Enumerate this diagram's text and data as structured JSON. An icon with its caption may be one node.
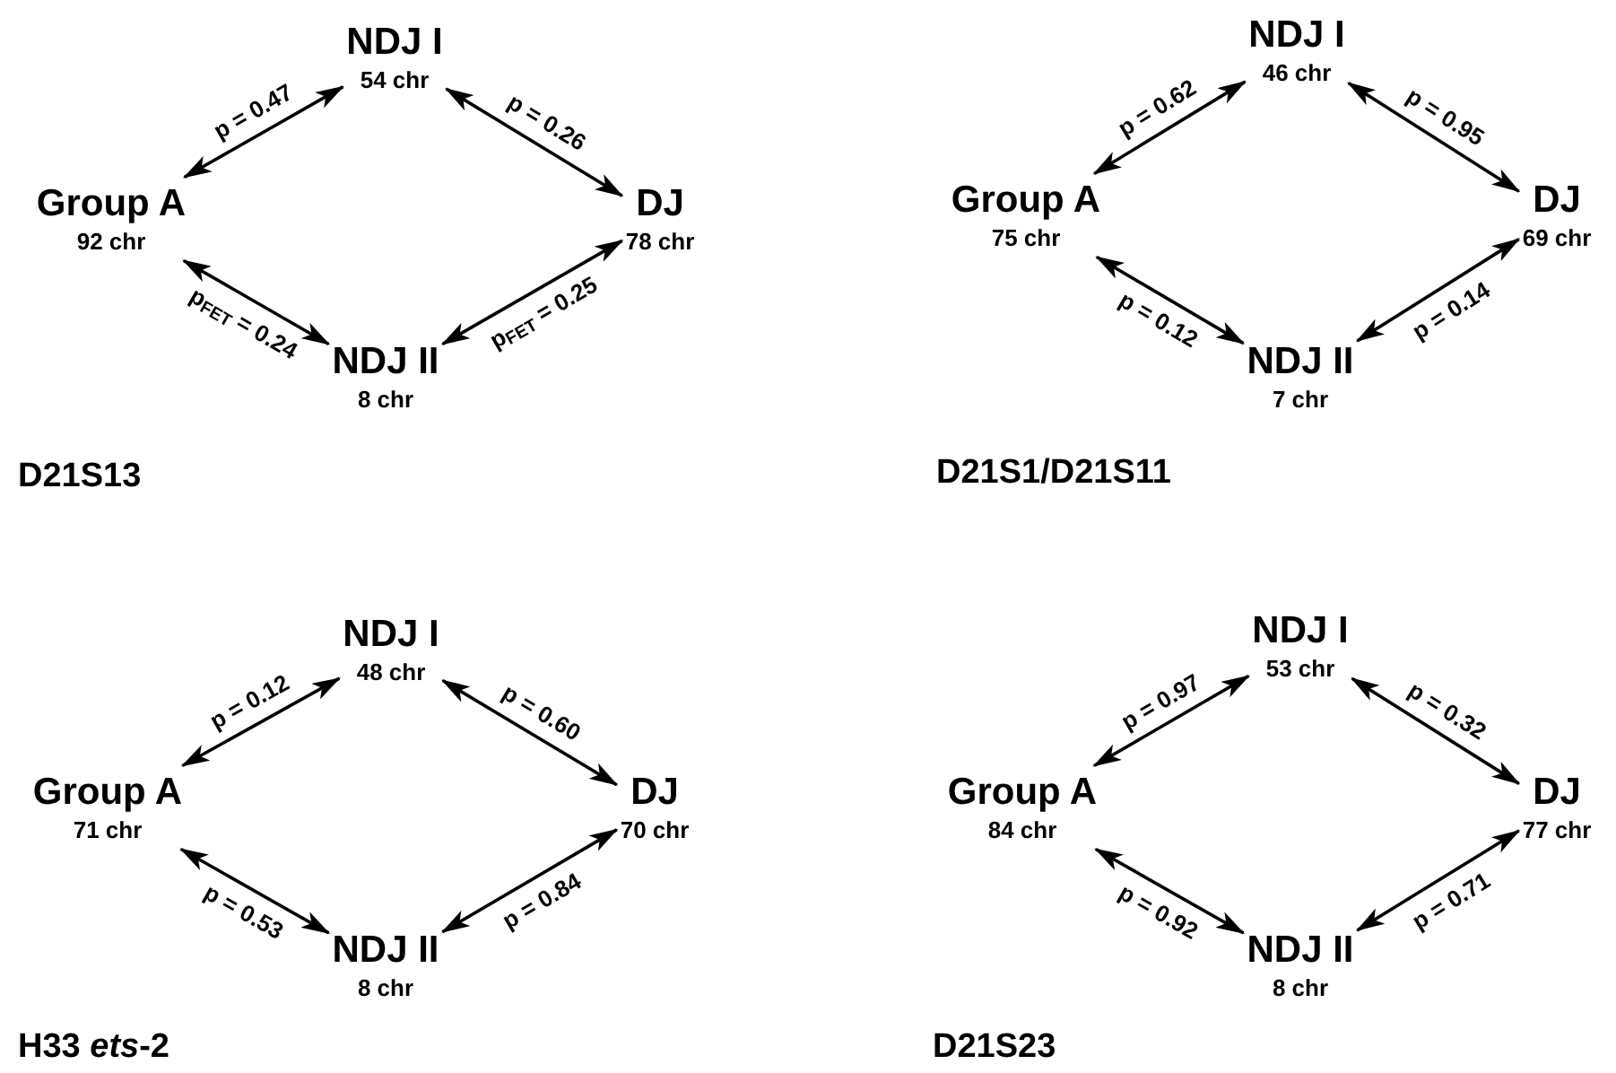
{
  "diagram": {
    "nodes": [
      {
        "text": [
          "NDJ I",
          "54 chr"
        ]
      },
      {
        "text": [
          "Group A",
          "92 chr"
        ]
      },
      {
        "text": [
          "DJ",
          "78 chr"
        ]
      },
      {
        "text": [
          "NDJ II",
          "8 chr"
        ]
      },
      {
        "text": [
          "NDJ I",
          "46 chr"
        ]
      },
      {
        "text": [
          "Group A",
          "75 chr"
        ]
      },
      {
        "text": [
          "DJ",
          "69 chr"
        ]
      },
      {
        "text": [
          "NDJ II",
          "7 chr"
        ]
      },
      {
        "text": [
          "NDJ I",
          "48 chr"
        ]
      },
      {
        "text": [
          "Group A",
          "71 chr"
        ]
      },
      {
        "text": [
          "DJ",
          "70 chr"
        ]
      },
      {
        "text": [
          "NDJ II",
          "8 chr"
        ]
      },
      {
        "text": [
          "NDJ I",
          "53 chr"
        ]
      },
      {
        "text": [
          "Group A",
          "84 chr"
        ]
      },
      {
        "text": [
          "DJ",
          "77 chr"
        ]
      },
      {
        "text": [
          "NDJ II",
          "8 chr"
        ]
      }
    ],
    "edges": [
      {
        "from": 1,
        "to": 0,
        "arrow": "both",
        "label": "p = 0.47"
      },
      {
        "from": 0,
        "to": 2,
        "arrow": "both",
        "label": "p = 0.26"
      },
      {
        "from": 1,
        "to": 3,
        "arrow": "both",
        "label": "p$_{FET}$ = 0.24"
      },
      {
        "from": 3,
        "to": 2,
        "arrow": "both",
        "label": "p$_{FET}$ = 0.25"
      },
      {
        "from": 5,
        "to": 4,
        "arrow": "both",
        "label": "p = 0.62"
      },
      {
        "from": 4,
        "to": 6,
        "arrow": "both",
        "label": "p = 0.95"
      },
      {
        "from": 5,
        "to": 7,
        "arrow": "both",
        "label": "p = 0.12"
      },
      {
        "from": 7,
        "to": 6,
        "arrow": "both",
        "label": "p = 0.14"
      },
      {
        "from": 9,
        "to": 8,
        "arrow": "both",
        "label": "p = 0.12"
      },
      {
        "from": 8,
        "to": 10,
        "arrow": "both",
        "label": "p = 0.60"
      },
      {
        "from": 9,
        "to": 11,
        "arrow": "both",
        "label": "p = 0.53"
      },
      {
        "from": 11,
        "to": 10,
        "arrow": "both",
        "label": "p = 0.84"
      },
      {
        "from": 13,
        "to": 12,
        "arrow": "both",
        "label": "p = 0.97"
      },
      {
        "from": 12,
        "to": 14,
        "arrow": "both",
        "label": "p = 0.32"
      },
      {
        "from": 13,
        "to": 15,
        "arrow": "both",
        "label": "p = 0.92"
      },
      {
        "from": 15,
        "to": 14,
        "arrow": "both",
        "label": "p = 0.71"
      }
    ],
    "labels": [
      "D21S13",
      "D21S1/D21S11",
      "H33 *ets*-2",
      "D21S23"
    ]
  }
}
